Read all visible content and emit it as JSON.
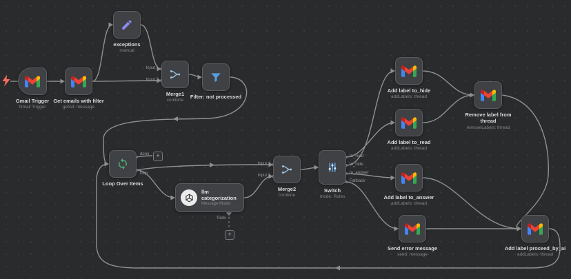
{
  "nodes": {
    "gmail_trigger": {
      "label": "Gmail Trigger",
      "sublabel": "Gmail Trigger",
      "icon": "gmail-icon"
    },
    "get_emails": {
      "label": "Get emails with filter",
      "sublabel": "getAll: message",
      "icon": "gmail-icon"
    },
    "exceptions": {
      "label": "exceptions",
      "sublabel": "manual",
      "icon": "pencil-icon"
    },
    "merge1": {
      "label": "Merge1",
      "sublabel": "combine",
      "icon": "merge-icon"
    },
    "filter_not_processed": {
      "label": "Filter: not processed",
      "sublabel": "",
      "icon": "filter-icon"
    },
    "loop_over_items": {
      "label": "Loop Over Items",
      "sublabel": "",
      "icon": "loop-icon"
    },
    "llm_categorization": {
      "label": "llm categorization",
      "sublabel": "Message Model",
      "icon": "openai-icon"
    },
    "merge2": {
      "label": "Merge2",
      "sublabel": "combine",
      "icon": "merge-icon"
    },
    "switch": {
      "label": "Switch",
      "sublabel": "mode: Rules",
      "icon": "switch-icon"
    },
    "add_label_to_hide": {
      "label": "Add label to_hide",
      "sublabel": "addLabels: thread",
      "icon": "gmail-icon"
    },
    "add_label_to_read": {
      "label": "Add label to_read",
      "sublabel": "addLabels: thread",
      "icon": "gmail-icon"
    },
    "remove_label_from_thread": {
      "label": "Remove label from thread",
      "sublabel": "removeLabels: thread",
      "icon": "gmail-icon"
    },
    "add_label_to_answer": {
      "label": "Add label to_answer",
      "sublabel": "addLabels: thread",
      "icon": "gmail-icon"
    },
    "send_error_message": {
      "label": "Send error message",
      "sublabel": "send: message",
      "icon": "gmail-icon"
    },
    "add_label_proceed_by_ai": {
      "label": "Add label proceed_by_ai",
      "sublabel": "addLabels: thread",
      "icon": "gmail-icon"
    }
  },
  "ports": {
    "merge1_input1": "Input 1",
    "merge1_input2": "Input 2",
    "merge2_input1": "Input 1",
    "merge2_input2": "Input 2",
    "loop_done": "done",
    "loop_loop": "loop",
    "switch_output1": "to_read",
    "switch_output2": "to_hide",
    "switch_output3": "to_answer",
    "switch_output4": "Fallback",
    "llm_tools": "Tools"
  },
  "misc": {
    "add_node": "+"
  },
  "colors": {
    "canvas_bg": "#2a2b2d",
    "node_bg": "#404144",
    "node_border": "#5b5d61",
    "edge": "#8f9092",
    "text_primary": "#d9dadc",
    "text_secondary": "#85878b",
    "gmail_red": "#ea4335",
    "gmail_blue": "#4285f4",
    "gmail_green": "#34a853",
    "gmail_yellow": "#fbbc04",
    "filter_blue": "#54a0e0",
    "loop_green": "#4cab72",
    "pencil_purple": "#8a8df2",
    "switch_blue": "#5e9fe0",
    "merge_blue": "#9cc0dc",
    "trigger_bolt": "#ff6d5c"
  }
}
